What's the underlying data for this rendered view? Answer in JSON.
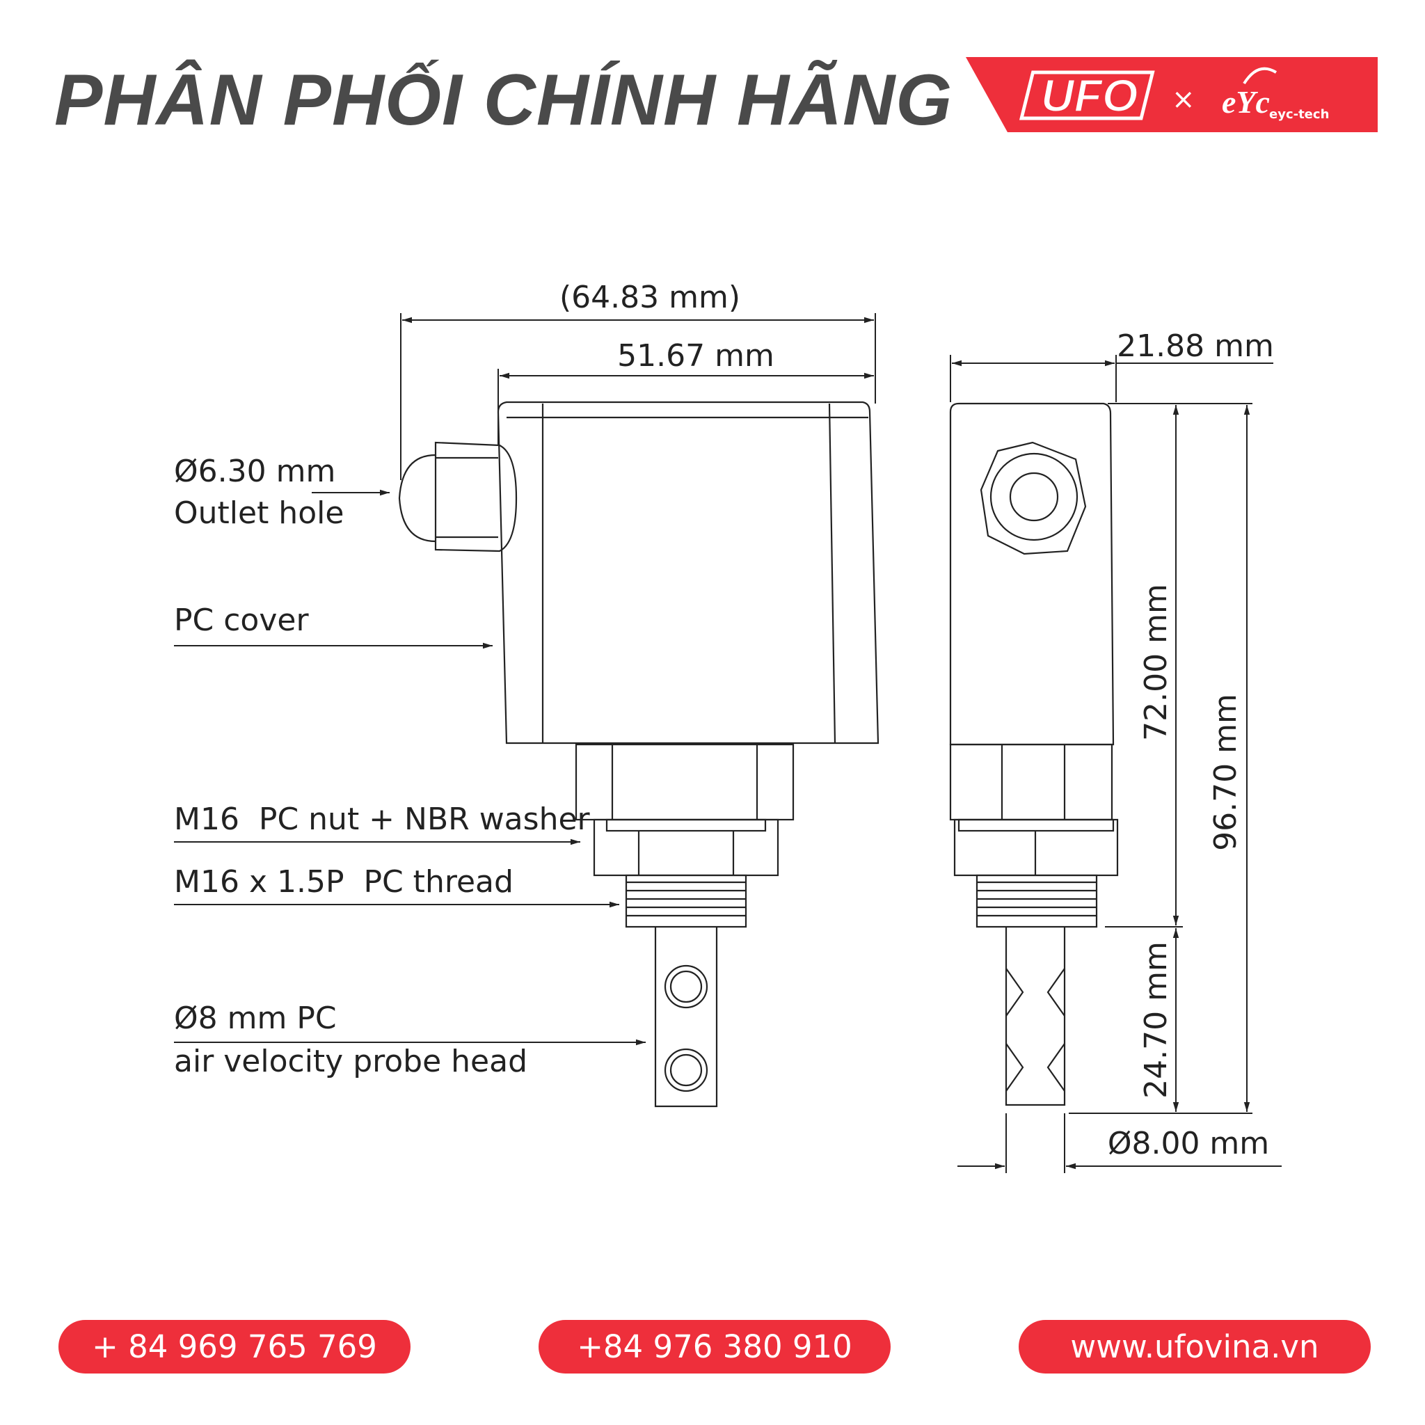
{
  "header": {
    "title": "PHÂN PHỐI CHÍNH HÃNG",
    "brand_left": "UFO",
    "brand_separator": "×",
    "brand_right_mark": "eYc",
    "brand_right_text": "eyc-tech"
  },
  "diagram": {
    "dimensions": {
      "overall_width": "(64.83 mm)",
      "body_width": "51.67 mm",
      "depth": "21.88 mm",
      "body_height": "72.00 mm",
      "total_height": "96.70 mm",
      "probe_length": "24.70 mm",
      "probe_diameter": "Ø8.00 mm"
    },
    "callouts": {
      "outlet_diameter": "Ø6.30 mm",
      "outlet_name": "Outlet hole",
      "cover": "PC cover",
      "nut": "M16  PC nut + NBR washer",
      "thread": "M16 x 1.5P  PC thread",
      "probe_diameter": "Ø8 mm PC",
      "probe_name": "air velocity probe head"
    }
  },
  "footer": {
    "phone_1": "+ 84 969 765 769",
    "phone_2": "+84 976 380 910",
    "website": "www.ufovina.vn"
  },
  "colors": {
    "accent": "#ee2f3b",
    "title": "#4a4a4a",
    "line": "#222222"
  }
}
